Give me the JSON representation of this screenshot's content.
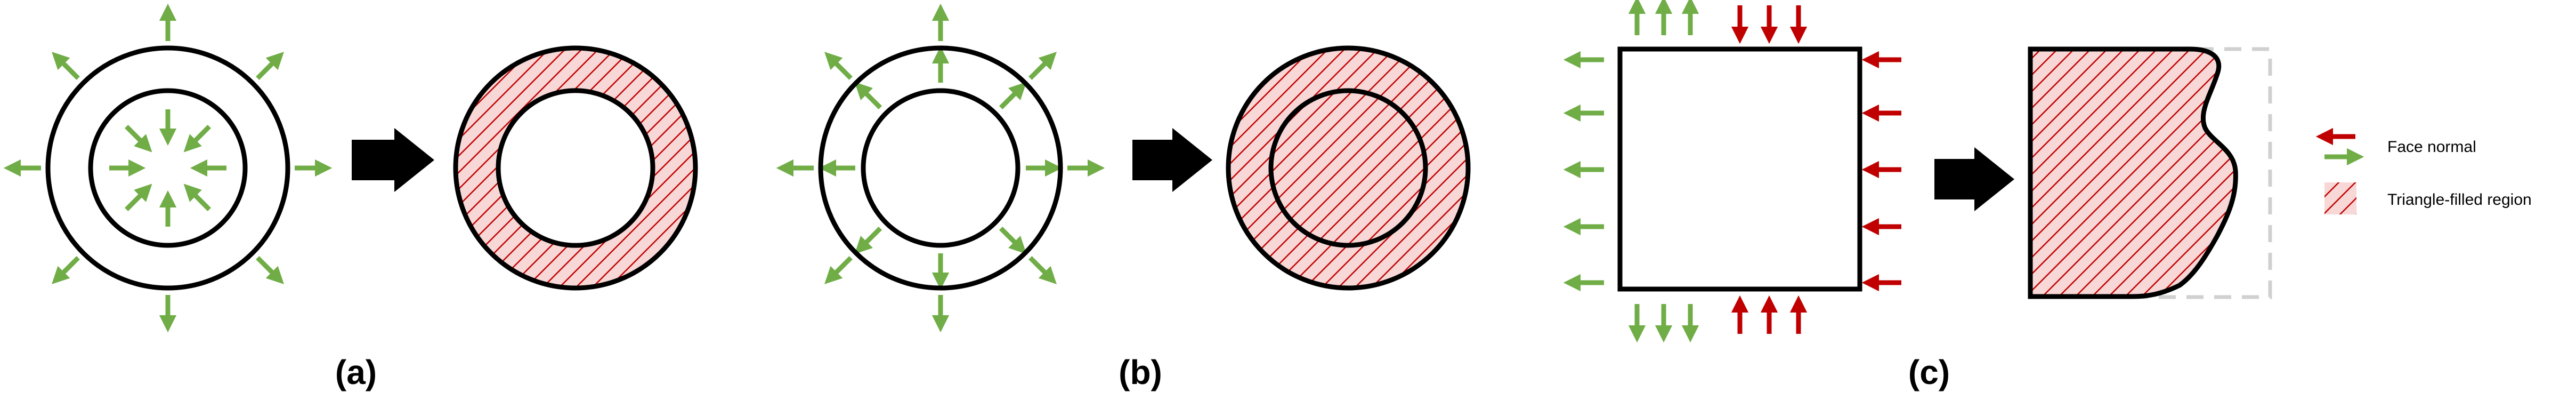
{
  "panels": [
    {
      "label": "(a)"
    },
    {
      "label": "(b)"
    },
    {
      "label": "(c)"
    }
  ],
  "legend": {
    "face_normal": "Face normal",
    "filled_region": "Triangle-filled region"
  },
  "colors": {
    "normal_green": "#70ad47",
    "normal_red": "#c00000",
    "hatch_red": "#c00000",
    "fill_pink": "#f8d7d7",
    "outline": "#000000",
    "bbox_dash": "#d0d0d0"
  }
}
